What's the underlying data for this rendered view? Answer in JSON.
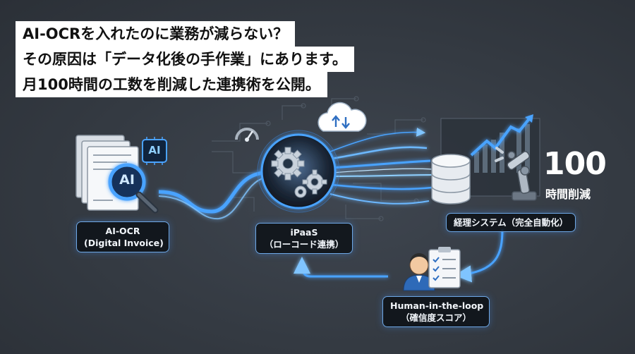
{
  "headline": {
    "line1": "AI-OCRを入れたのに業務が減らない？",
    "line2": "その原因は「データ化後の手作業」にあります。",
    "line3": "月100時間の工数を削減した連携術を公開。"
  },
  "nodes": {
    "ai_ocr": {
      "line1": "AI-OCR",
      "line2": "(Digital Invoice)",
      "badge": "AI"
    },
    "ipaas": {
      "line1": "iPaaS",
      "line2": "（ローコード連携）"
    },
    "accounting": {
      "label": "経理システム（完全自動化）"
    },
    "human_loop": {
      "line1": "Human-in-the-loop",
      "line2": "（確信度スコア）"
    }
  },
  "savings": {
    "number": "100",
    "caption": "時間削減"
  },
  "icons": [
    "document-icon",
    "magnifier-icon",
    "ai-chip-icon",
    "gear-icon",
    "cloud-sync-icon",
    "gauge-icon",
    "database-icon",
    "robot-arm-icon",
    "growth-chart-icon",
    "person-icon",
    "checklist-icon"
  ],
  "colors": {
    "flow": "#4aa3ff",
    "glow": "#7fc4ff",
    "background": "#363c44"
  }
}
